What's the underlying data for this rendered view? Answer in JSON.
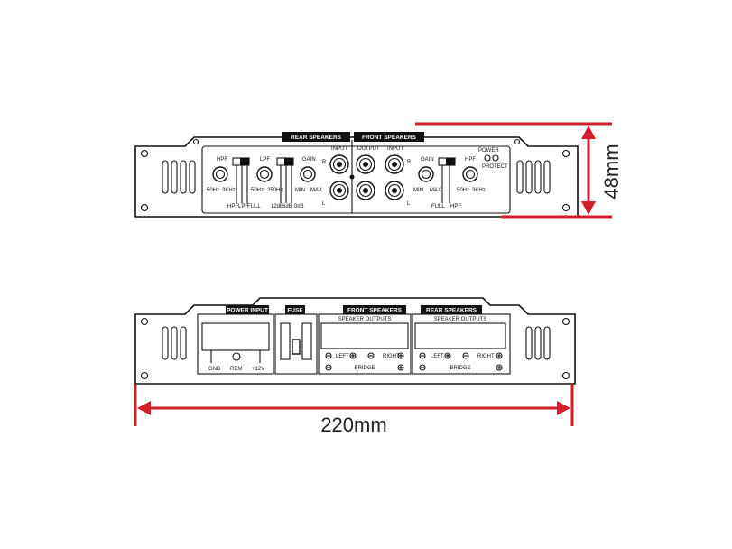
{
  "top_view": {
    "rear_speakers": "REAR SPEAKERS",
    "front_speakers": "FRONT SPEAKERS",
    "hpf": "HPF",
    "hpf_50": "50Hz",
    "hpf_3k": "3KHz",
    "lpf": "LPF",
    "lpf_50": "50Hz",
    "lpf_250": "250Hz",
    "hpf_switch": "HPF",
    "lpf_switch": "LPF",
    "full_switch": "FULL",
    "db12": "12dB",
    "db6": "6dB",
    "db0": "0dB",
    "gain": "GAIN",
    "min": "MIN",
    "max": "MAX",
    "input": "INPUT",
    "output": "OUTPUT",
    "r": "R",
    "l": "L",
    "power": "POWER",
    "protect": "PROTECT",
    "gain_right": "GAIN",
    "min_right": "MIN",
    "max_right": "MAX",
    "full_right": "FULL",
    "hpf_right_switch": "HPF",
    "hpf_right": "HPF",
    "hpf_right_50": "50Hz",
    "hpf_right_3k": "3KHz",
    "input_right": "INPUT",
    "r_right": "R",
    "l_right": "L"
  },
  "bottom_view": {
    "power_input": "POWER INPUT",
    "fuse": "FUSE",
    "front_speakers": "FRONT SPEAKERS",
    "rear_speakers": "REAR SPEAKERS",
    "speaker_outputs_front": "SPEAKER OUTPUTS",
    "speaker_outputs_rear": "SPEAKER OUTPUTS",
    "gnd": "GND",
    "rem": "REM",
    "plus12v": "+12V",
    "left_front": "LEFT",
    "right_front": "RIGHT",
    "bridge_front": "BRIDGE",
    "left_rear": "LEFT",
    "right_rear": "RIGHT",
    "bridge_rear": "BRIDGE"
  },
  "dimensions": {
    "height": "48mm",
    "width": "220mm"
  },
  "colors": {
    "dimension_red": "#d21f2a",
    "outline": "#111111"
  }
}
